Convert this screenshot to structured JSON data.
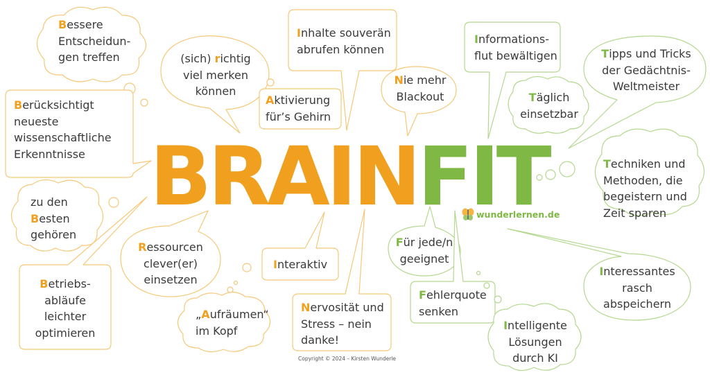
{
  "title": {
    "part1": "BRAIN",
    "part2": "FIT"
  },
  "colors": {
    "orange": "#f0a01e",
    "green": "#7fb844",
    "text": "#3a3a3a"
  },
  "logo": {
    "text": "wunderlernen.de",
    "icon": "butterfly-icon"
  },
  "copyright": "Copyright © 2024 – Kirsten Wunderle",
  "bubbles": [
    {
      "id": "bessere-entscheidungen",
      "initial": "B",
      "rest": "essere",
      "more": "Entscheidun-\ngen treffen"
    },
    {
      "id": "richtig-merken",
      "prefix": "(sich) ",
      "initial": "r",
      "rest": "ichtig",
      "more": "viel merken\nkönnen"
    },
    {
      "id": "inhalte-abrufen",
      "initial": "I",
      "rest": "nhalte souverän",
      "more": "abrufen können"
    },
    {
      "id": "informationsflut",
      "initial": "I",
      "rest": "nformations-",
      "more": "flut bewältigen"
    },
    {
      "id": "tipps-tricks",
      "initial": "T",
      "rest": "ipps und Tricks",
      "more": "der Gedächtnis-\nWeltmeister"
    },
    {
      "id": "wissenschaft",
      "initial": "B",
      "rest": "erücksichtigt",
      "more": "neueste\nwissenschaftliche\nErkenntnisse"
    },
    {
      "id": "aktivierung",
      "initial": "A",
      "rest": "ktivierung",
      "more": "für’s Gehirn"
    },
    {
      "id": "blackout",
      "initial": "N",
      "rest": "ie mehr",
      "more": "Blackout"
    },
    {
      "id": "taeglich",
      "initial": "T",
      "rest": "äglich",
      "more": "einsetzbar"
    },
    {
      "id": "techniken",
      "initial": "T",
      "rest": "echniken und",
      "more": "Methoden, die\nbegeistern und\nZeit sparen"
    },
    {
      "id": "besten",
      "line1": "zu den",
      "initial": "B",
      "rest": "esten",
      "more": "gehören"
    },
    {
      "id": "ressourcen",
      "initial": "R",
      "rest": "essourcen",
      "more": "clever(er)\neinsetzen"
    },
    {
      "id": "interaktiv",
      "initial": "I",
      "rest": "nteraktiv",
      "more": ""
    },
    {
      "id": "fuer-jeden",
      "initial": "F",
      "rest": "ür jede/n",
      "more": "geeignet"
    },
    {
      "id": "interessantes",
      "initial": "I",
      "rest": "nteressantes",
      "more": "rasch\nabspeichern"
    },
    {
      "id": "betriebsablaeufe",
      "initial": "B",
      "rest": "etriebs-",
      "more": "abläufe\nleichter\noptimieren"
    },
    {
      "id": "aufraeumen",
      "prefix": "„",
      "initial": "A",
      "rest": "ufräumen“",
      "more": "im Kopf"
    },
    {
      "id": "nervositaet",
      "initial": "N",
      "rest": "ervosität und",
      "more": "Stress – nein\ndanke!"
    },
    {
      "id": "fehlerquote",
      "initial": "F",
      "rest": "ehlerquote",
      "more": "senken"
    },
    {
      "id": "intelligente",
      "initial": "I",
      "rest": "ntelligente",
      "more": "Lösungen\ndurch KI"
    }
  ]
}
